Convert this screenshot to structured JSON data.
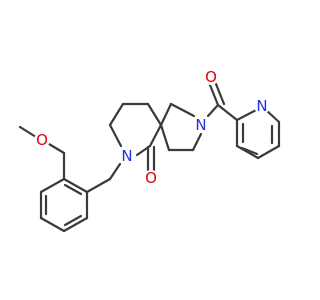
{
  "molecule": {
    "atom_labels": {
      "o_methoxy": "O",
      "o_lactam": "O",
      "o_amide": "O",
      "n_lactam": "N",
      "n_pyrrolidine": "N",
      "n_pyridine": "N"
    },
    "colors": {
      "bond": "#3a3a3a",
      "oxygen": "#e0000f",
      "nitrogen": "#2233dd"
    }
  }
}
